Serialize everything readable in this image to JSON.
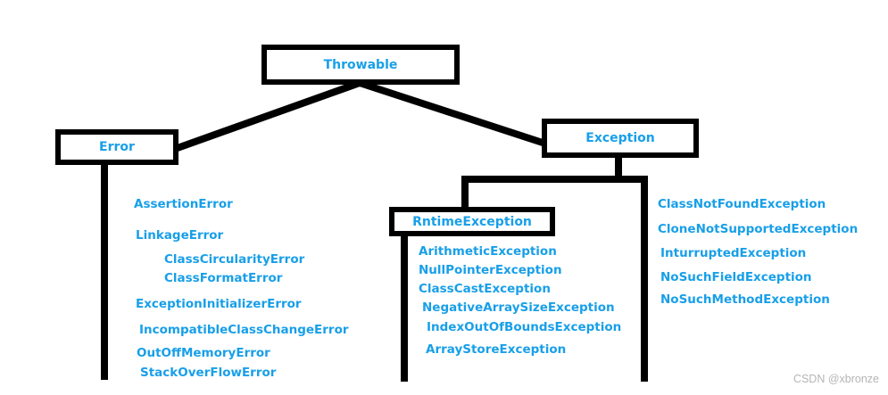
{
  "nodes": {
    "throwable": {
      "label": "Throwable"
    },
    "error": {
      "label": "Error"
    },
    "exception": {
      "label": "Exception"
    },
    "runtime": {
      "label": "RntimeException"
    }
  },
  "error_children": [
    "AssertionError",
    "LinkageError",
    "ClassCircularityError",
    "ClassFormatError",
    "ExceptionInitializerError",
    "IncompatibleClassChangeError",
    "OutOffMemoryError",
    "StackOverFlowError"
  ],
  "runtime_children": [
    "ArithmeticException",
    "NullPointerException",
    "ClassCastException",
    "NegativeArraySizeException",
    "IndexOutOfBoundsException",
    "ArrayStoreException"
  ],
  "exception_children": [
    "ClassNotFoundException",
    "CloneNotSupportedException",
    "InturruptedException",
    "NoSuchFieldException",
    "NoSuchMethodException"
  ],
  "watermark": "CSDN @xbronze",
  "colors": {
    "node_text": "#189fe8",
    "line": "#000000",
    "watermark": "#b5b5b5",
    "background": "#ffffff"
  }
}
